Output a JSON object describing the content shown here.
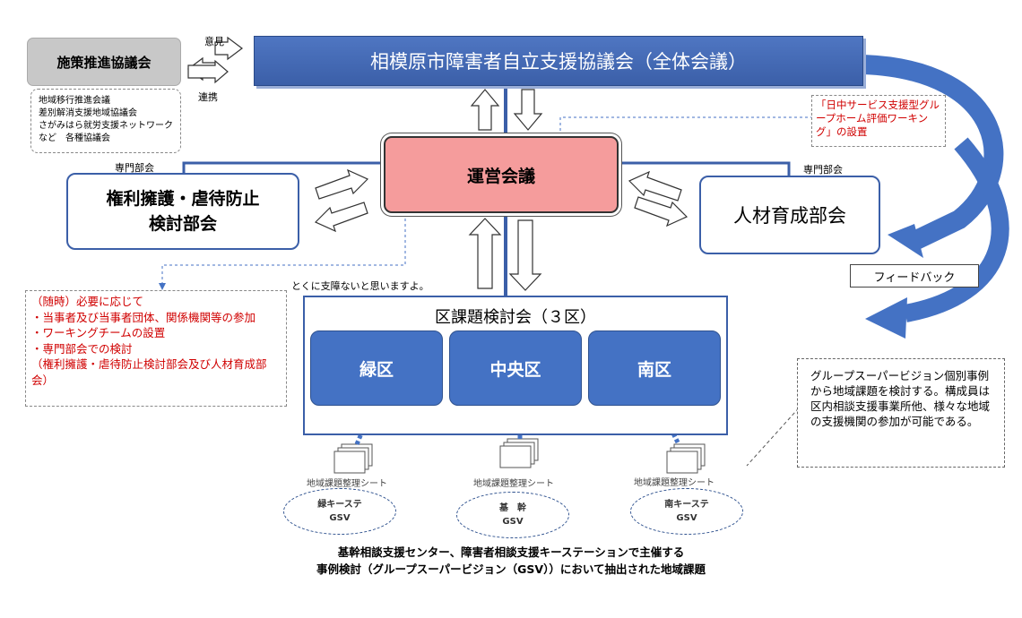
{
  "main": {
    "title": "相模原市障害者自立支援協議会（全体会議）"
  },
  "policy": {
    "title": "施策推進協議会"
  },
  "arrow_labels": {
    "opinion": "意見",
    "coop": "連携"
  },
  "sub_councils": [
    "地域移行推進会議",
    "差別解消支援地域協議会",
    "さがみはら就労支援ネットワーク",
    "など　各種協議会"
  ],
  "steering": {
    "title": "運営会議"
  },
  "rights_committee": {
    "line1": "権利擁護・虐待防止",
    "line2": "検討部会",
    "tag": "専門部会"
  },
  "hr_committee": {
    "title": "人材育成部会",
    "tag": "専門部会"
  },
  "working_note": {
    "text": "「日中サービス支援型グループホーム評価ワーキング」の設置"
  },
  "feedback": {
    "label": "フィードバック"
  },
  "caption_ok": "とくに支障ないと思いますよ。",
  "red_list": [
    "（随時）必要に応じて",
    "・当事者及び当事者団体、関係機関等の参加",
    "・ワーキングチームの設置",
    "・専門部会での検討",
    "（権利擁護・虐待防止検討部会及び人材育成部会）"
  ],
  "ward_council": {
    "title": "区課題検討会（３区）",
    "wards": [
      "緑区",
      "中央区",
      "南区"
    ]
  },
  "gsv_note": {
    "text": "グループスーパービジョン個別事例から地域課題を検討する。構成員は区内相談支援事業所他、様々な地域の支援機関の参加が可能である。"
  },
  "sheets": [
    {
      "label": "地域課題整理シート",
      "ellipse_line1": "緑キーステ",
      "ellipse_line2": "GSV"
    },
    {
      "label": "地域課題整理シート",
      "ellipse_line1": "基　幹",
      "ellipse_line2": "GSV"
    },
    {
      "label": "地域課題整理シート",
      "ellipse_line1": "南キーステ",
      "ellipse_line2": "GSV"
    }
  ],
  "footer": {
    "line1": "基幹相談支援センター、障害者相談支援キーステーションで主催する",
    "line2": "事例検討（グループスーパービジョン（GSV））において抽出された地域課題"
  },
  "colors": {
    "blue": "#4472c4",
    "dark_blue": "#2f528f",
    "pink": "#f59c9c",
    "red_text": "#d00000"
  }
}
